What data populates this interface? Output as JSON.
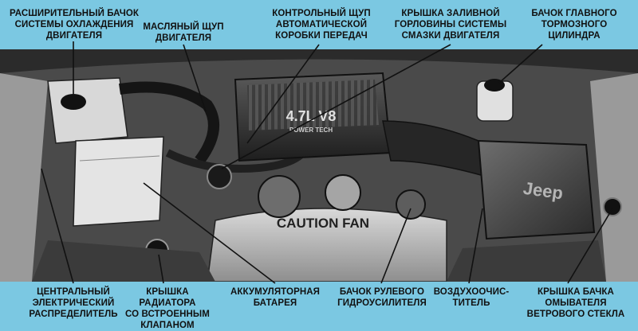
{
  "labels": {
    "expansion_tank": "РАСШИРИТЕЛЬНЫЙ БАЧОК\nСИСТЕМЫ ОХЛАЖДЕНИЯ\nДВИГАТЕЛЯ",
    "oil_dipstick": "МАСЛЯНЫЙ ЩУП\nДВИГАТЕЛЯ",
    "transmission_dipstick": "КОНТРОЛЬНЫЙ ЩУП\nАВТОМАТИЧЕСКОЙ\nКОРОБКИ ПЕРЕДАЧ",
    "oil_filler_cap": "КРЫШКА ЗАЛИВНОЙ\nГОРЛОВИНЫ СИСТЕМЫ\nСМАЗКИ ДВИГАТЕЛЯ",
    "brake_master_reservoir": "БАЧОК ГЛАВНОГО\nТОРМОЗНОГО\nЦИЛИНДРА",
    "central_distributor": "ЦЕНТРАЛЬНЫЙ\nЭЛЕКТРИЧЕСКИЙ\nРАСПРЕДЕЛИТЕЛЬ",
    "radiator_cap": "КРЫШКА РАДИАТОРА\nСО ВСТРОЕННЫМ\nКЛАПАНОМ",
    "battery": "АККУМУЛЯТОРНАЯ\nБАТАРЕЯ",
    "power_steering_reservoir": "БАЧОК РУЛЕВОГО\nГИДРОУСИЛИТЕЛЯ",
    "air_cleaner": "ВОЗДУХООЧИС-\nТИТЕЛЬ",
    "washer_reservoir_cap": "КРЫШКА БАЧКА\nОМЫВАТЕЛЯ\nВЕТРОВОГО СТЕКЛА"
  },
  "engine_marks": {
    "engine_cover": "4.7L V8",
    "engine_cover_sub": "POWER TECH",
    "fan_shroud": "CAUTION FAN",
    "air_box_logo": "Jeep"
  },
  "colors": {
    "background": "#7bc8e2",
    "photo_dark": "#1c1c1c",
    "photo_mid": "#7a7a7a",
    "photo_light": "#e6e6e6"
  }
}
